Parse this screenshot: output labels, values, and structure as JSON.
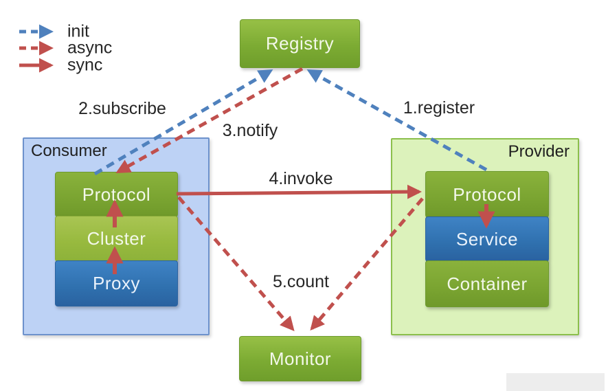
{
  "legend": {
    "items": [
      {
        "label": "init",
        "line": "dashed",
        "color": "#4f81bd"
      },
      {
        "label": "async",
        "line": "dashed",
        "color": "#c0504d"
      },
      {
        "label": "sync",
        "line": "solid",
        "color": "#c0504d"
      }
    ]
  },
  "nodes": {
    "registry": {
      "label": "Registry"
    },
    "monitor": {
      "label": "Monitor"
    },
    "consumer": {
      "title": "Consumer",
      "layers": [
        "Protocol",
        "Cluster",
        "Proxy"
      ]
    },
    "provider": {
      "title": "Provider",
      "layers": [
        "Protocol",
        "Service",
        "Container"
      ]
    }
  },
  "edges": {
    "register": {
      "label": "1.register",
      "type": "init",
      "from": "provider.Protocol",
      "to": "registry"
    },
    "subscribe": {
      "label": "2.subscribe",
      "type": "init",
      "from": "consumer.Protocol",
      "to": "registry"
    },
    "notify": {
      "label": "3.notify",
      "type": "async",
      "from": "registry",
      "to": "consumer.Protocol"
    },
    "invoke": {
      "label": "4.invoke",
      "type": "sync",
      "from": "consumer.Protocol",
      "to": "provider.Protocol"
    },
    "count": {
      "label": "5.count",
      "type": "async",
      "from": "both Protocols",
      "to": "monitor"
    }
  },
  "colors": {
    "init_blue": "#4f81bd",
    "async_sync_red": "#c0504d",
    "green_box": "#7aa431",
    "light_green_box": "#97b93e",
    "blue_box": "#2f70ae",
    "consumer_bg": "#bdd2f5",
    "provider_bg": "#dcf2bb"
  }
}
